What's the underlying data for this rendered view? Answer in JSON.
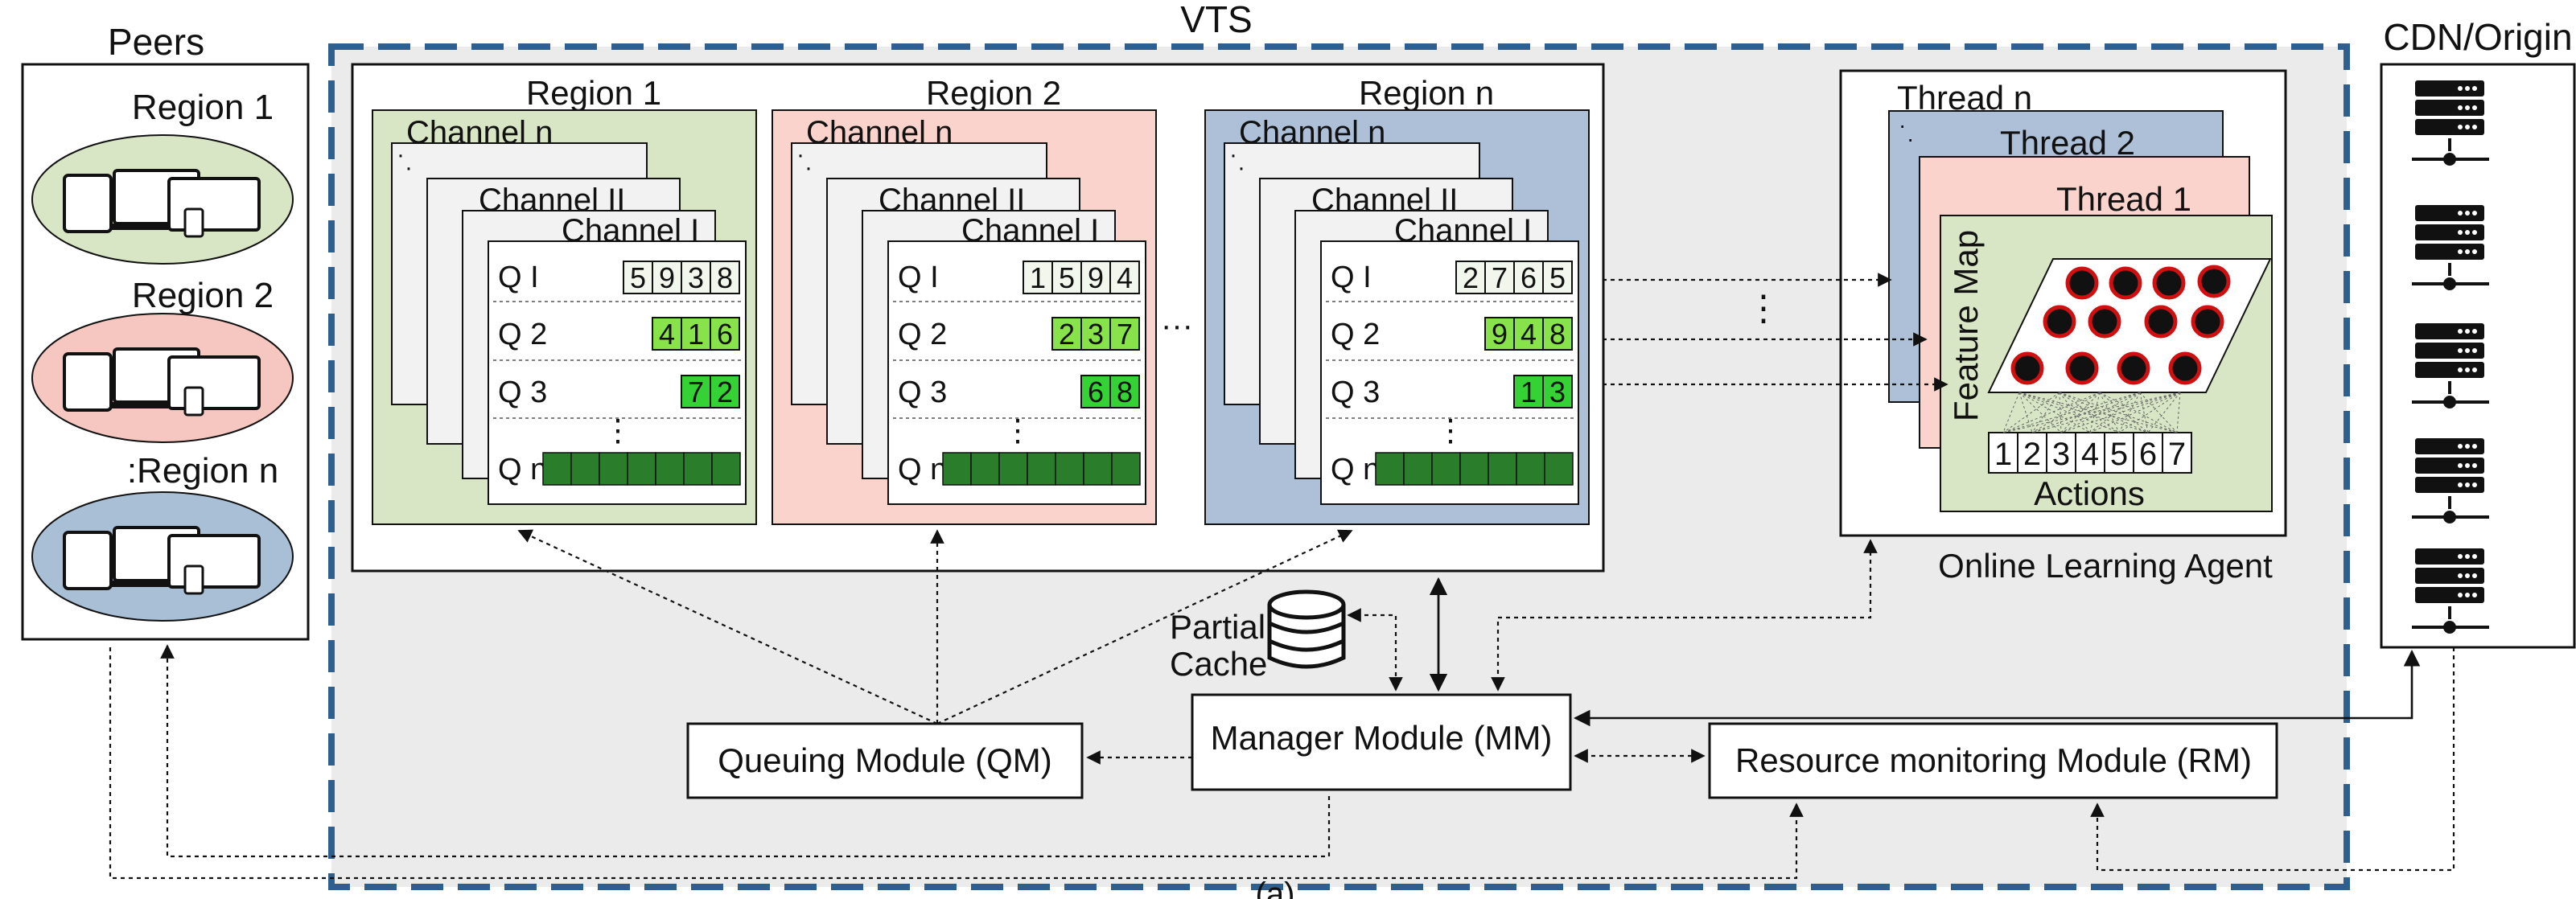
{
  "labels": {
    "peers": "Peers",
    "vts": "VTS",
    "cdn": "CDN/Origin",
    "partial_cache_1": "Partial",
    "partial_cache_2": "Cache",
    "qm": "Queuing Module (QM)",
    "mm": "Manager Module (MM)",
    "rm": "Resource monitoring Module (RM)",
    "ola": "Online Learning Agent",
    "feature_map": "Feature Map",
    "actions": "Actions",
    "between_regions_dots": "···",
    "between_agent_dots": "⋮",
    "caption_hint": "(a)"
  },
  "peer_regions": [
    {
      "label": "Region 1",
      "color": "#d9e6c6"
    },
    {
      "label": "Region 2",
      "color": "#f6c6c1"
    },
    {
      "label": ":Region n",
      "color": "#a9bfd6"
    }
  ],
  "vts_regions": [
    {
      "title": "Region 1",
      "color": "#d9e6c6",
      "chn": "Channel n",
      "ch2": "Channel II",
      "ch1": "Channel I",
      "q1_label": "Q I",
      "q2_label": "Q 2",
      "q3_label": "Q 3",
      "qn_label": "Q n",
      "q1": [
        "5",
        "9",
        "3",
        "8"
      ],
      "q2": [
        "4",
        "1",
        "6"
      ],
      "q3": [
        "7",
        "2"
      ]
    },
    {
      "title": "Region 2",
      "color": "#f9d3cc",
      "chn": "Channel n",
      "ch2": "Channel II",
      "ch1": "Channel I",
      "q1_label": "Q I",
      "q2_label": "Q 2",
      "q3_label": "Q 3",
      "qn_label": "Q n",
      "q1": [
        "1",
        "5",
        "9",
        "4"
      ],
      "q2": [
        "2",
        "3",
        "7"
      ],
      "q3": [
        "6",
        "8"
      ]
    },
    {
      "title": "Region n",
      "color": "#aec0d8",
      "chn": "Channel n",
      "ch2": "Channel II",
      "ch1": "Channel I",
      "q1_label": "Q I",
      "q2_label": "Q 2",
      "q3_label": "Q 3",
      "qn_label": "Q n",
      "q1": [
        "2",
        "7",
        "6",
        "5"
      ],
      "q2": [
        "9",
        "4",
        "8"
      ],
      "q3": [
        "1",
        "3"
      ]
    }
  ],
  "threads": [
    {
      "label": "Thread n",
      "color": "#aec0d8"
    },
    {
      "label": "Thread 2",
      "color": "#aec0d8"
    },
    {
      "label": "Thread 1",
      "color": "#f9d3cc"
    }
  ],
  "action_numbers": [
    "1",
    "2",
    "3",
    "4",
    "5",
    "6",
    "7"
  ],
  "colors": {
    "vts_border": "#2f5f8f",
    "vts_fill": "#ebebeb",
    "q1_cell": "#f2f7ee",
    "q2_cell": "#88e34a",
    "q3_cell": "#34d234",
    "qn_cell": "#2a7d2a",
    "node_fill": "#111111",
    "node_ring": "#d01010",
    "agent_inner": "#d9e6c6"
  }
}
